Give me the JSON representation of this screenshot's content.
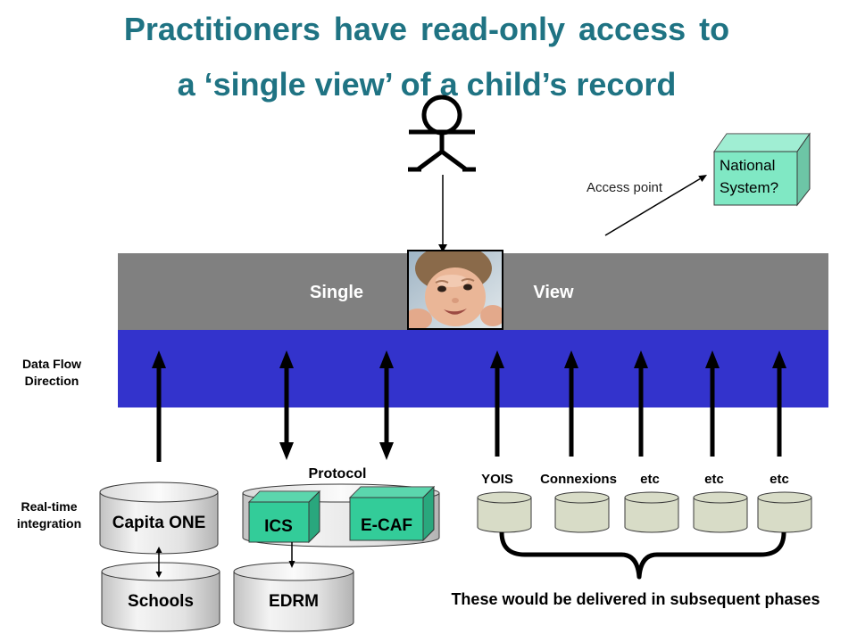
{
  "slide": {
    "title_line1": "Practitioners have read-only access to",
    "title_line2": "a ‘single view’ of a child’s record"
  },
  "access_point": {
    "label": "Access point"
  },
  "national_system": {
    "line1": "National",
    "line2": "System?"
  },
  "single_view_band": {
    "left_label": "Single",
    "right_label": "View"
  },
  "side_labels": {
    "data_flow": {
      "line1": "Data Flow",
      "line2": "Direction"
    },
    "real_time": {
      "line1": "Real-time",
      "line2": "integration"
    }
  },
  "current_systems": {
    "capita": "Capita ONE",
    "schools": "Schools",
    "protocol_label": "Protocol",
    "ics": "ICS",
    "ecaf": "E-CAF",
    "edrm": "EDRM"
  },
  "future_systems": {
    "labels": [
      "YOIS",
      "Connexions",
      "etc",
      "etc",
      "etc"
    ],
    "note": "These would be delivered in subsequent phases"
  },
  "colors": {
    "title": "#1f7383",
    "band_gray": "#808080",
    "band_blue": "#3333cc",
    "band_text": "#ffffff",
    "cube_teal": "#33cc99",
    "national_system": "#80e8c4",
    "future_db": "#d8dcc7"
  }
}
